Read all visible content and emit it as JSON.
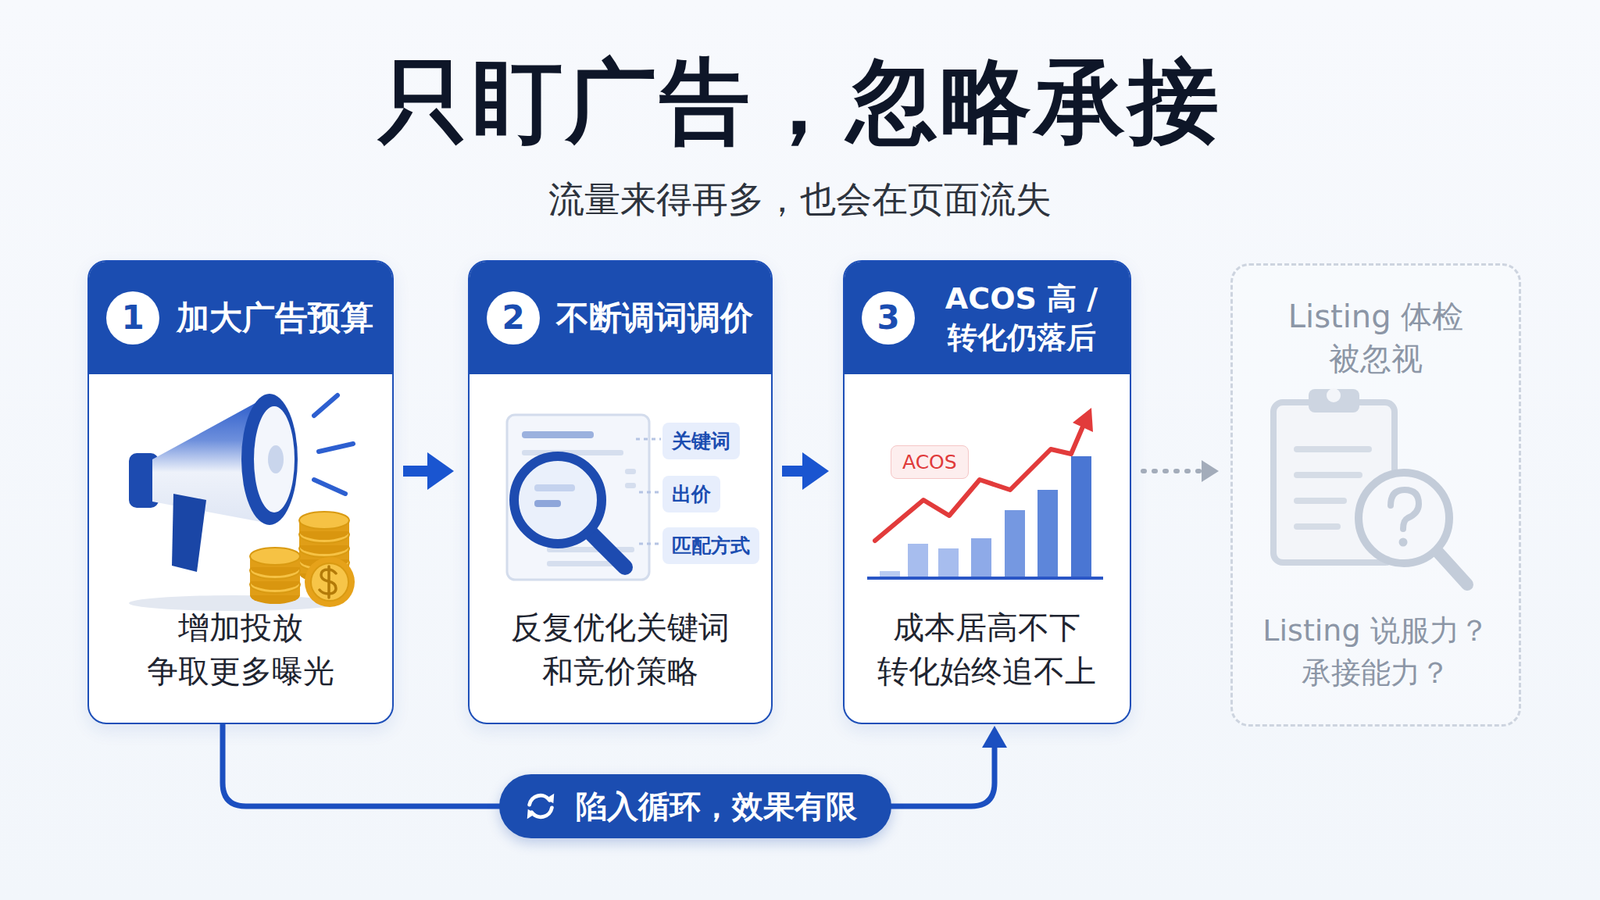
{
  "diagram": {
    "title": "只盯广告，忽略承接",
    "nodes": [
      {
        "text": [
          "加大广告预算",
          "增加投放 争取更多曝光"
        ]
      },
      {
        "text": [
          "1"
        ],
        "in": 0
      },
      {
        "text": [
          "不断调词调价",
          "反复优化关键词 和竞价策略"
        ]
      },
      {
        "text": [
          "2"
        ],
        "in": 2
      },
      {
        "text": [
          "关键词"
        ],
        "in": 2
      },
      {
        "text": [
          "出价"
        ],
        "in": 2
      },
      {
        "text": [
          "匹配方式"
        ],
        "in": 2
      },
      {
        "text": [
          "ACOS 高 / 转化仍落后",
          "成本居高不下 转化始终追不上"
        ]
      },
      {
        "text": [
          "3"
        ],
        "in": 7
      },
      {
        "text": [
          "ACOS"
        ],
        "in": 7
      },
      {
        "text": [
          "Listing 体检 被忽视",
          "Listing 说服力？ 承接能力？"
        ]
      }
    ],
    "edges": [
      {
        "from": 0,
        "to": 2,
        "arrow": "to"
      },
      {
        "from": 2,
        "to": 7,
        "arrow": "to"
      },
      {
        "from": 7,
        "to": 10,
        "arrow": "to"
      },
      {
        "from": 0,
        "to": 7,
        "arrow": "to",
        "label": "陷入循环，效果有限"
      }
    ],
    "labels": [
      "流量来得再多，也会在页面流失"
    ]
  }
}
